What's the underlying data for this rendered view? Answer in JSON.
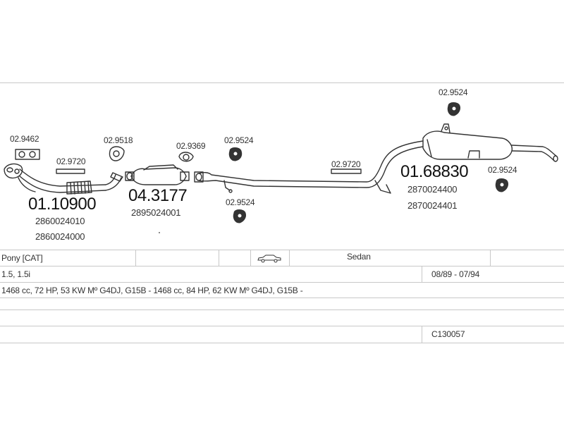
{
  "diagram": {
    "labels": {
      "l1": "02.9462",
      "l2": "02.9720",
      "l3": "02.9518",
      "l4": "02.9369",
      "l5": "02.9524",
      "l6": "02.9524",
      "l7": "02.9720",
      "l8": "02.9524",
      "l9": "02.9524"
    },
    "parts": {
      "front_pipe": {
        "code": "01.10900",
        "oem1": "2860024010",
        "oem2": "2860024000"
      },
      "catalyst": {
        "code": "04.3177",
        "oem1": "2895024001"
      },
      "rear_muffler": {
        "code": "01.68830",
        "oem1": "2870024400",
        "oem2": "2870024401"
      }
    }
  },
  "table": {
    "row1": {
      "model": "Pony  [CAT]",
      "body": "Sedan",
      "car_icon": "car-sedan-icon"
    },
    "row2": {
      "engine": "1.5, 1.5i",
      "dates": "08/89 - 07/94"
    },
    "row3": {
      "spec": "1468 cc, 72 HP, 53 KW Mº G4DJ, G15B -  1468 cc, 84 HP, 62 KW Mº G4DJ, G15B -"
    },
    "row5": {
      "code": "C130057"
    }
  }
}
